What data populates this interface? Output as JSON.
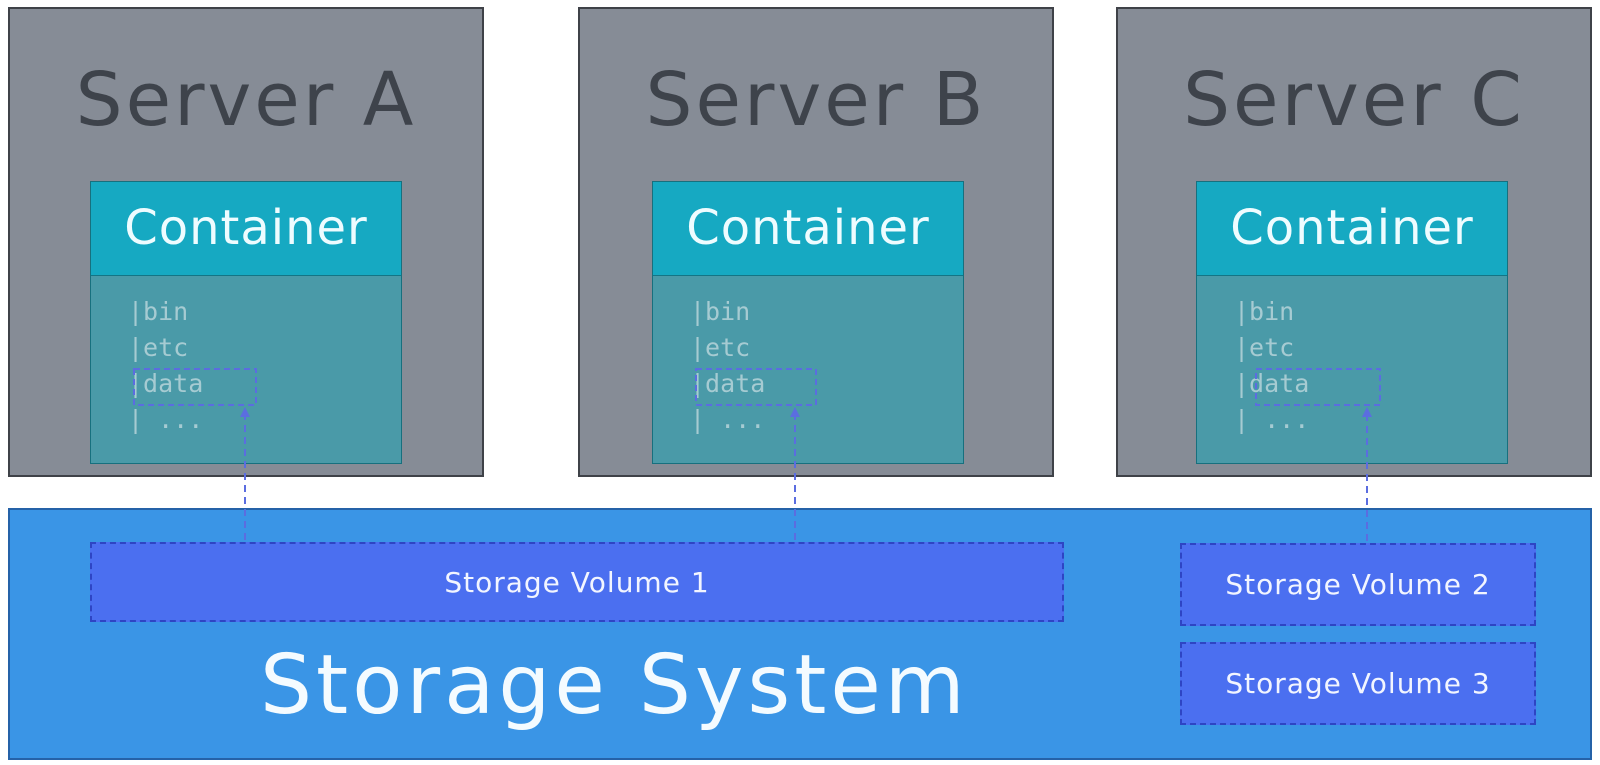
{
  "servers": [
    {
      "title": "Server A",
      "container_label": "Container",
      "paths": [
        "|bin",
        "|etc",
        "|data",
        "| ..."
      ]
    },
    {
      "title": "Server B",
      "container_label": "Container",
      "paths": [
        "|bin",
        "|etc",
        "|data",
        "| ..."
      ]
    },
    {
      "title": "Server C",
      "container_label": "Container",
      "paths": [
        "|bin",
        "|etc",
        "|data",
        "| ..."
      ]
    }
  ],
  "storage": {
    "title": "Storage System",
    "volumes": [
      "Storage Volume 1",
      "Storage Volume 2",
      "Storage Volume 3"
    ]
  },
  "colors": {
    "server_bg": "#868c96",
    "container_header": "#16a9c2",
    "container_body": "#4a9aa8",
    "storage_bg": "#3a95e6",
    "volume_bg": "#4b6ff0",
    "link": "#5b6de0"
  }
}
